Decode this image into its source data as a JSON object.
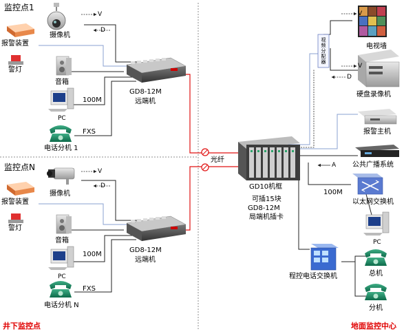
{
  "left": {
    "site1": {
      "title": "监控点1",
      "camera": "摄像机",
      "alarm_device": "报警装置",
      "warning_light": "警灯",
      "speaker": "音箱",
      "pc": "PC",
      "phone": "电话分机 1",
      "link_100m": "100M",
      "link_fxs": "FXS",
      "sig_v": "V",
      "sig_d": "D",
      "remote_model": "GD8-12M",
      "remote_name": "远端机"
    },
    "siteN": {
      "title": "监控点N",
      "camera": "摄像机",
      "alarm_device": "报警装置",
      "warning_light": "警灯",
      "speaker": "音箱",
      "pc": "PC",
      "phone": "电话分机 N",
      "link_100m": "100M",
      "link_fxs": "FXS",
      "sig_v": "V",
      "sig_d": "D",
      "remote_model": "GD8-12M",
      "remote_name": "远端机"
    },
    "footer": "井下监控点"
  },
  "center": {
    "fiber": "光纤",
    "chassis": "GD10机框",
    "slots_line1": "可插15块",
    "slots_line2": "GD8-12M",
    "slots_line3": "局端机插卡"
  },
  "right": {
    "video_splitter": "视频分配器",
    "tv_wall": "电视墙",
    "dvr": "硬盘录像机",
    "alarm_host": "报警主机",
    "pa_system": "公共广播系统",
    "ethernet_switch": "以太网交换机",
    "pc": "PC",
    "pbx": "程控电话交换机",
    "main_phone": "总机",
    "ext_phone": "分机",
    "link_100m": "100M",
    "sig_v": "V",
    "sig_d": "D",
    "sig_a": "A",
    "footer": "地面监控中心"
  },
  "colors": {
    "line_blue": "#8aa0d0",
    "line_dark": "#222222",
    "fiber_red": "#e01010",
    "footer_red": "#e00000",
    "divider": "#888888"
  }
}
